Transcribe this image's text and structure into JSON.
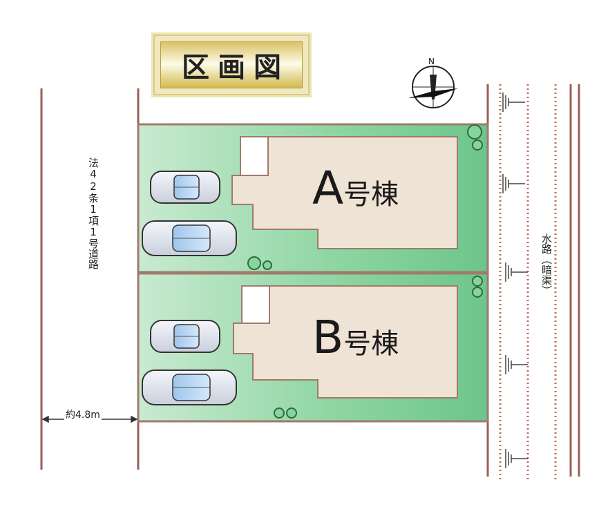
{
  "title": "区画図",
  "road_label": "法42条1項1号道路",
  "road_width_label": "約4.8m",
  "waterway_label": "水路（暗渠）",
  "compass_label": "N",
  "lots": [
    {
      "letter": "A",
      "suffix": "号棟"
    },
    {
      "letter": "B",
      "suffix": "号棟"
    }
  ],
  "colors": {
    "lot_green": "#7fcf98",
    "lot_border": "#a07a6c",
    "building_fill": "#efe3d6",
    "road_line": "#9b5f54",
    "waterway_dots": "#c46a5a",
    "title_gold": "#d2b94f"
  }
}
